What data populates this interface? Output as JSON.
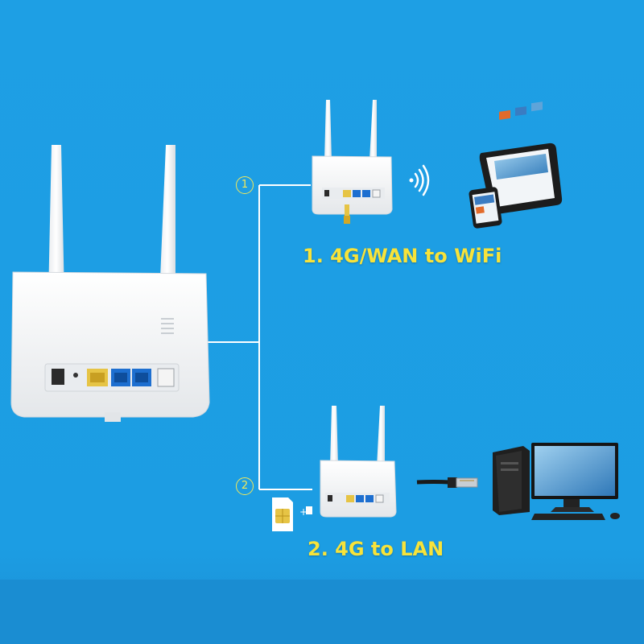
{
  "scenario_1": {
    "marker": "1",
    "caption": "1. 4G/WAN to WiFi"
  },
  "scenario_2": {
    "marker": "2",
    "caption": "2. 4G to LAN"
  },
  "colors": {
    "background": "#1da0e6",
    "caption": "#f7e33a",
    "router": "#f2f3f5",
    "lan_port": "#1d6fd0",
    "wan_port": "#e8c440"
  },
  "icons": [
    "router-large",
    "router-small",
    "wifi-signal",
    "tablet",
    "smartphone",
    "ethernet-cable",
    "sim-card",
    "desktop-computer",
    "monitor"
  ]
}
